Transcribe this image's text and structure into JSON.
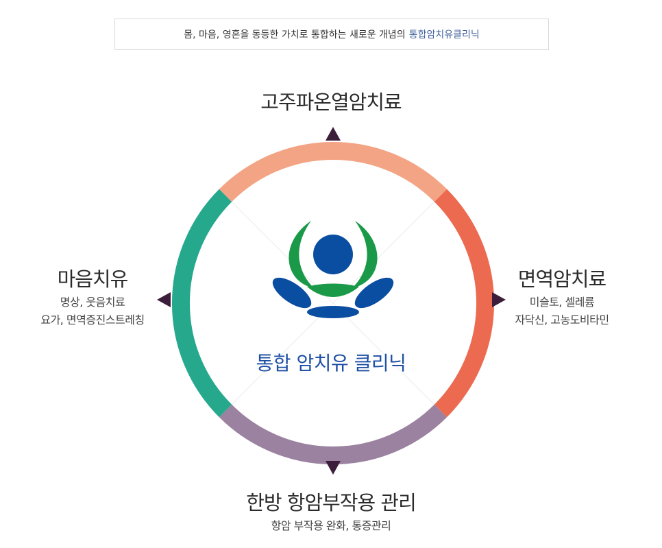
{
  "banner": {
    "text": "몸, 마음, 영혼을 동등한 가치로 통합하는 새로운 개념의",
    "highlight": "통합암치유클리닉"
  },
  "center": {
    "label": "통합 암치유 클리닉"
  },
  "top": {
    "title": "고주파온열암치료"
  },
  "right": {
    "title": "면역암치료",
    "line1": "미슬토, 셀레륨",
    "line2": "자닥신, 고농도비타민"
  },
  "left": {
    "title": "마음치유",
    "line1": "명상, 웃음치료",
    "line2": "요가, 면역증진스트레칭"
  },
  "bottom": {
    "title": "한방 항암부작용 관리",
    "line1": "항암 부작용 완화, 통증관리"
  },
  "colors": {
    "top": "#f3a484",
    "right": "#ec6a4f",
    "bottom": "#9b82a0",
    "left": "#25a88c",
    "arrow": "#3d1e3a",
    "logo_green": "#1a9a48",
    "logo_blue": "#0a4ea2"
  }
}
